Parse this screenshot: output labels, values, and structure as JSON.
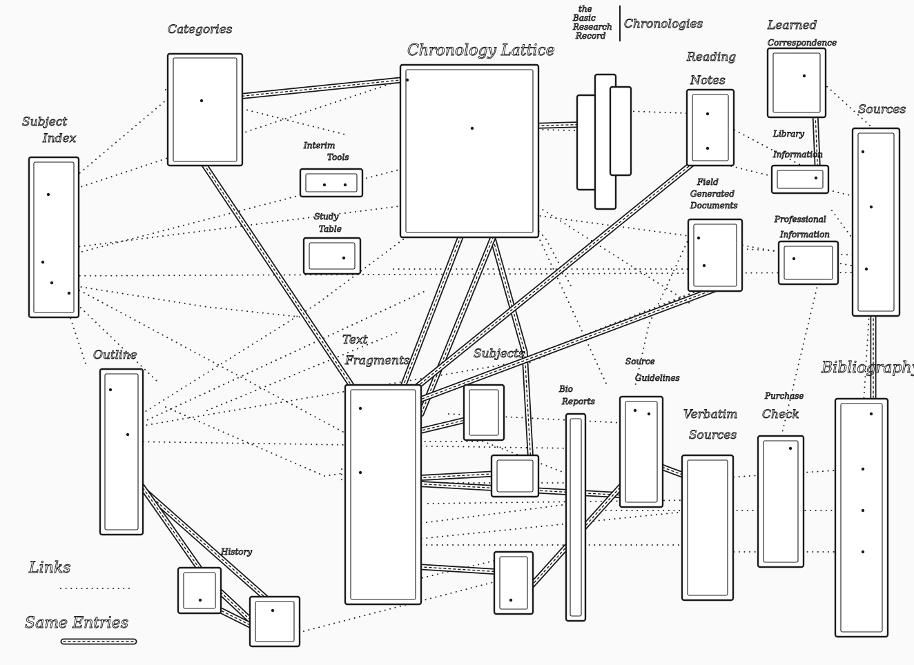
{
  "diagram": {
    "labels": {
      "categories": "Categories",
      "chronology_lattice": "Chronology Lattice",
      "basic_research_record_line1": "the",
      "basic_research_record_line2": "Basic",
      "basic_research_record_line3": "Research",
      "basic_research_record_line4": "Record",
      "chronologies": "Chronologies",
      "reading_notes_line1": "Reading",
      "reading_notes_line2": "Notes",
      "learned_correspondence_line1": "Learned",
      "learned_correspondence_line2": "Correspondence",
      "subject_index_line1": "Subject",
      "subject_index_line2": "Index",
      "interim_tools_line1": "Interim",
      "interim_tools_line2": "Tools",
      "study_table_line1": "Study",
      "study_table_line2": "Table",
      "sources": "Sources",
      "library_information_line1": "Library",
      "library_information_line2": "Information",
      "field_generated_documents_line1": "Field",
      "field_generated_documents_line2": "Generated",
      "field_generated_documents_line3": "Documents",
      "professional_information_line1": "Professional",
      "professional_information_line2": "Information",
      "outline": "Outline",
      "text_fragments_line1": "Text",
      "text_fragments_line2": "Fragments",
      "subjects": "Subjects",
      "biographies_line1": "Bio",
      "biographies_line2": "Reports",
      "source_guidelines_line1": "Source",
      "source_guidelines_line2": "Guidelines",
      "verbatim_sources_line1": "Verbatim",
      "verbatim_sources_line2": "Sources",
      "purchase_check_line1": "Purchase",
      "purchase_check_line2": "Check",
      "bibliography": "Bibliography",
      "history": "History",
      "legend_links": "Links",
      "legend_same_entries": "Same Entries"
    },
    "link_style": "dotted",
    "same_entry_style": "chain",
    "ink_color": "#1a1a1a",
    "paper_color": "#fafafa"
  }
}
